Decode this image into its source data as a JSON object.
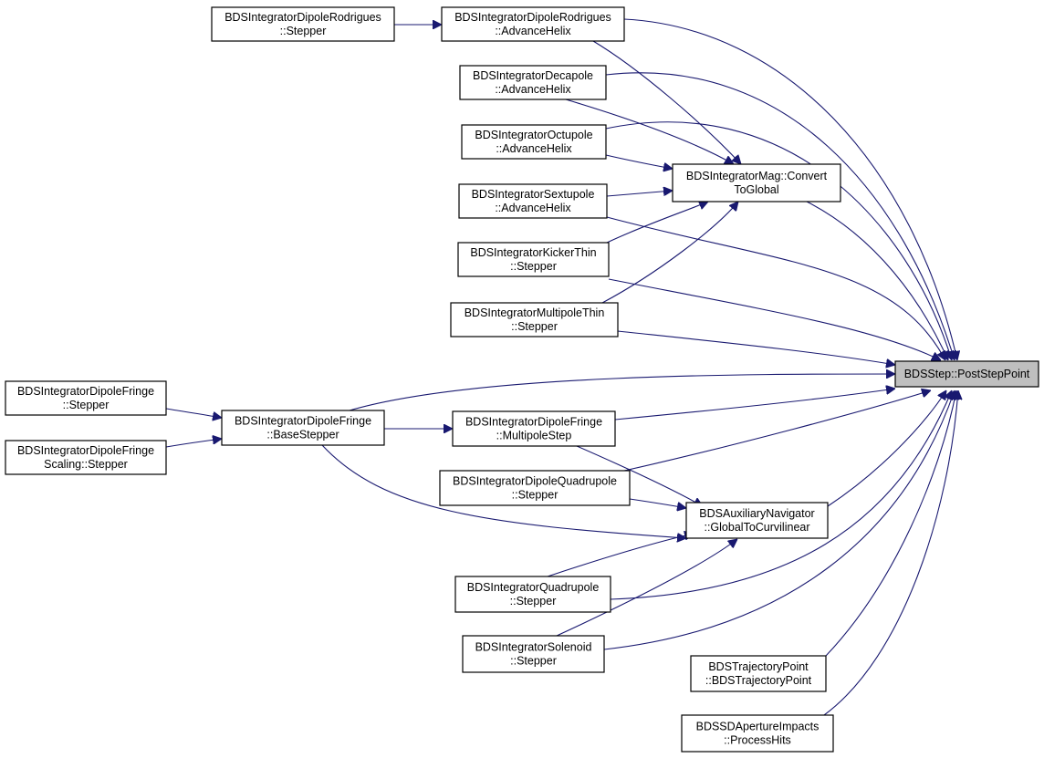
{
  "graph": {
    "root_id": "poststeppoint",
    "nodes": [
      {
        "id": "poststeppoint",
        "lines": [
          "BDSStep::PostStepPoint"
        ]
      },
      {
        "id": "rodr_stepper",
        "lines": [
          "BDSIntegratorDipoleRodrigues",
          "::Stepper"
        ]
      },
      {
        "id": "rodr_advance",
        "lines": [
          "BDSIntegratorDipoleRodrigues",
          "::AdvanceHelix"
        ]
      },
      {
        "id": "decapole",
        "lines": [
          "BDSIntegratorDecapole",
          "::AdvanceHelix"
        ]
      },
      {
        "id": "octupole",
        "lines": [
          "BDSIntegratorOctupole",
          "::AdvanceHelix"
        ]
      },
      {
        "id": "mag_convert",
        "lines": [
          "BDSIntegratorMag::Convert",
          "ToGlobal"
        ]
      },
      {
        "id": "sextupole",
        "lines": [
          "BDSIntegratorSextupole",
          "::AdvanceHelix"
        ]
      },
      {
        "id": "kicker",
        "lines": [
          "BDSIntegratorKickerThin",
          "::Stepper"
        ]
      },
      {
        "id": "multipole_thin",
        "lines": [
          "BDSIntegratorMultipoleThin",
          "::Stepper"
        ]
      },
      {
        "id": "fringe_stepper",
        "lines": [
          "BDSIntegratorDipoleFringe",
          "::Stepper"
        ]
      },
      {
        "id": "fringe_base",
        "lines": [
          "BDSIntegratorDipoleFringe",
          "::BaseStepper"
        ]
      },
      {
        "id": "fringe_scaling",
        "lines": [
          "BDSIntegratorDipoleFringe",
          "Scaling::Stepper"
        ]
      },
      {
        "id": "fringe_multipole",
        "lines": [
          "BDSIntegratorDipoleFringe",
          "::MultipoleStep"
        ]
      },
      {
        "id": "dipquad",
        "lines": [
          "BDSIntegratorDipoleQuadrupole",
          "::Stepper"
        ]
      },
      {
        "id": "auxnav",
        "lines": [
          "BDSAuxiliaryNavigator",
          "::GlobalToCurvilinear"
        ]
      },
      {
        "id": "quadrupole",
        "lines": [
          "BDSIntegratorQuadrupole",
          "::Stepper"
        ]
      },
      {
        "id": "solenoid",
        "lines": [
          "BDSIntegratorSolenoid",
          "::Stepper"
        ]
      },
      {
        "id": "trajpoint",
        "lines": [
          "BDSTrajectoryPoint",
          "::BDSTrajectoryPoint"
        ]
      },
      {
        "id": "aperture",
        "lines": [
          "BDSSDApertureImpacts",
          "::ProcessHits"
        ]
      }
    ],
    "edges": [
      {
        "from": "rodr_stepper",
        "to": "rodr_advance"
      },
      {
        "from": "rodr_advance",
        "to": "poststeppoint"
      },
      {
        "from": "rodr_advance",
        "to": "mag_convert"
      },
      {
        "from": "decapole",
        "to": "poststeppoint"
      },
      {
        "from": "decapole",
        "to": "mag_convert"
      },
      {
        "from": "octupole",
        "to": "poststeppoint"
      },
      {
        "from": "octupole",
        "to": "mag_convert"
      },
      {
        "from": "mag_convert",
        "to": "poststeppoint"
      },
      {
        "from": "sextupole",
        "to": "mag_convert"
      },
      {
        "from": "sextupole",
        "to": "poststeppoint"
      },
      {
        "from": "kicker",
        "to": "mag_convert"
      },
      {
        "from": "kicker",
        "to": "poststeppoint"
      },
      {
        "from": "multipole_thin",
        "to": "mag_convert"
      },
      {
        "from": "multipole_thin",
        "to": "poststeppoint"
      },
      {
        "from": "fringe_stepper",
        "to": "fringe_base"
      },
      {
        "from": "fringe_scaling",
        "to": "fringe_base"
      },
      {
        "from": "fringe_base",
        "to": "poststeppoint"
      },
      {
        "from": "fringe_base",
        "to": "fringe_multipole"
      },
      {
        "from": "fringe_base",
        "to": "auxnav"
      },
      {
        "from": "fringe_multipole",
        "to": "poststeppoint"
      },
      {
        "from": "fringe_multipole",
        "to": "auxnav"
      },
      {
        "from": "dipquad",
        "to": "poststeppoint"
      },
      {
        "from": "dipquad",
        "to": "auxnav"
      },
      {
        "from": "auxnav",
        "to": "poststeppoint"
      },
      {
        "from": "quadrupole",
        "to": "auxnav"
      },
      {
        "from": "quadrupole",
        "to": "poststeppoint"
      },
      {
        "from": "solenoid",
        "to": "auxnav"
      },
      {
        "from": "solenoid",
        "to": "poststeppoint"
      },
      {
        "from": "trajpoint",
        "to": "poststeppoint"
      },
      {
        "from": "aperture",
        "to": "poststeppoint"
      }
    ]
  }
}
